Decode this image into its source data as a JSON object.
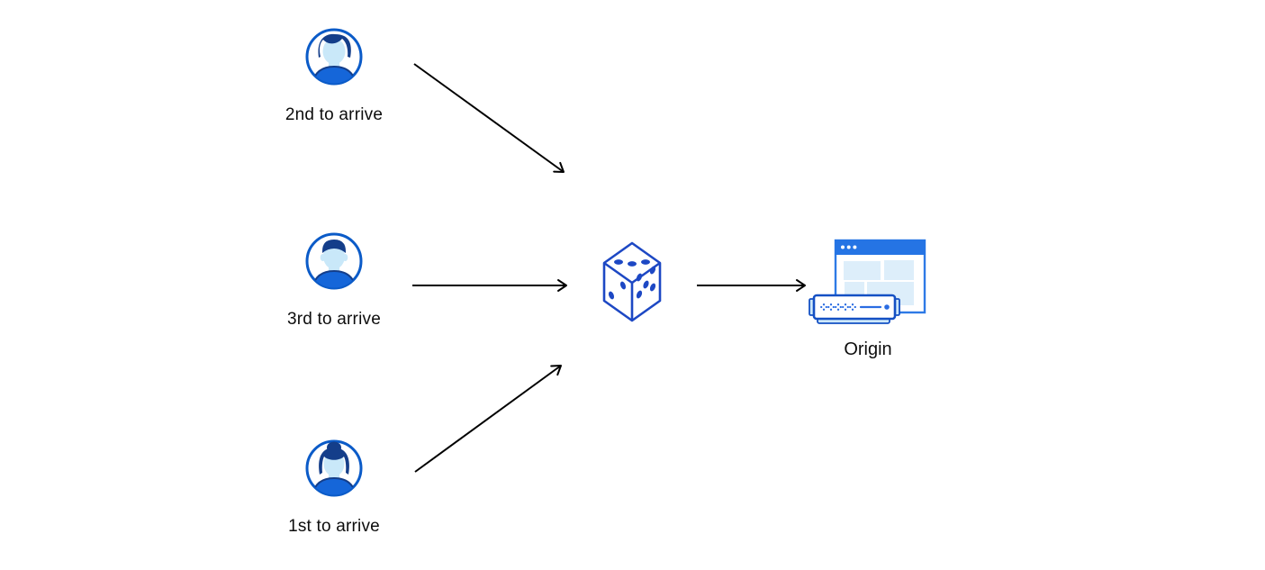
{
  "diagram": {
    "actors": [
      {
        "id": "second-requester",
        "label": "2nd to arrive",
        "avatar_icon": "user-male-swoop-hair"
      },
      {
        "id": "third-requester",
        "label": "3rd to arrive",
        "avatar_icon": "user-male-short-hair"
      },
      {
        "id": "first-requester",
        "label": "1st to arrive",
        "avatar_icon": "user-female-bun-hair"
      }
    ],
    "center_icon": "dice",
    "dice_pips": {
      "top_face": 3,
      "left_face": 2,
      "right_face": 5
    },
    "origin": {
      "label": "Origin",
      "icon": "browser-window-with-server"
    },
    "colors": {
      "avatar_border": "#0b5bc8",
      "avatar_skin": "#c9e8f9",
      "avatar_hair": "#143e8a",
      "avatar_shirt": "#1566d9",
      "dice_blue": "#1d48c4",
      "browser_titlebar": "#2574e4",
      "browser_border": "#2e7ae6",
      "panel_light": "#ddeefa",
      "server_border": "#1450c4",
      "server_accent": "#2a6ce2",
      "server_base": "#cde8fa",
      "arrow": "#000000",
      "label_text": "#0d0d0d",
      "background": "#ffffff"
    }
  }
}
